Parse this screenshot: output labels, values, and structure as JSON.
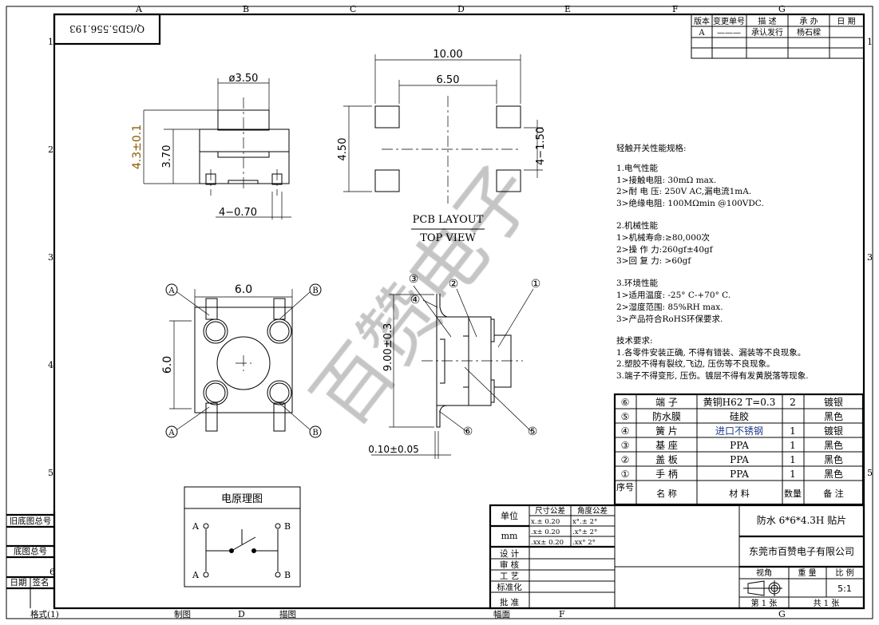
{
  "drawing_number": "Q/GD5.556.193",
  "grid": {
    "columns": [
      "A",
      "B",
      "C",
      "D",
      "E",
      "F",
      "G"
    ],
    "rows": [
      "1",
      "2",
      "3",
      "4",
      "5",
      "6"
    ]
  },
  "revision_table": {
    "headers": [
      "版本",
      "变更单号",
      "描 述",
      "承 办",
      "日 期"
    ],
    "rows": [
      [
        "A",
        "———",
        "承认发行",
        "杨石樑",
        ""
      ]
    ]
  },
  "top_view": {
    "dia": "ø3.50",
    "height": "4.3±0.1",
    "body_height": "3.70",
    "terminal": "4−0.70"
  },
  "pcb_layout": {
    "overall": "10.00",
    "inner": "6.50",
    "height": "4.50",
    "pad": "4−1.50",
    "title": "PCB  LAYOUT",
    "subtitle": "TOP  VIEW"
  },
  "front_view": {
    "width": "6.0",
    "height": "6.0",
    "labels": [
      "A",
      "B",
      "A",
      "B"
    ]
  },
  "side_view": {
    "height": "9.00±0.3",
    "thickness": "0.10±0.05",
    "callouts": [
      "①",
      "②",
      "③",
      "④",
      "⑤",
      "⑥"
    ]
  },
  "watermark": "百赞电子",
  "specs": {
    "title": "轻触开关性能规格:",
    "sections": [
      {
        "heading": "1.电气性能",
        "items": [
          "1>接触电阻: 30mΩ  max.",
          "2>耐 电 压: 250V AC,漏电流1mA.",
          "3>绝缘电阻: 100MΩmin @100VDC."
        ]
      },
      {
        "heading": "2.机械性能",
        "items": [
          "1>机械寿命:≥80,000次",
          "2>操 作 力:260gf±40gf",
          "3>回 复 力: >60gf"
        ]
      },
      {
        "heading": "3.环境性能",
        "items": [
          "1>适用温度: -25° C-+70° C.",
          "2>湿度范围: 85%RH max.",
          "3>产品符合RoHS环保要求."
        ]
      }
    ],
    "tech_title": "技术要求:",
    "tech_items": [
      "1.各零件安装正确, 不得有错装、漏装等不良现象。",
      "2.塑胶不得有裂纹,飞边, 压伤等不良现象。",
      "3.端子不得变形, 压伤。镀层不得有发黄脱落等现象."
    ]
  },
  "parts_table": {
    "rows": [
      [
        "⑥",
        "端  子",
        "黄铜H62 T=0.3",
        "2",
        "镀银"
      ],
      [
        "⑤",
        "防水膜",
        "硅胶",
        "",
        "黑色"
      ],
      [
        "④",
        "簧  片",
        "进口不锈钢",
        "1",
        "镀银"
      ],
      [
        "③",
        "基  座",
        "PPA",
        "1",
        "黑色"
      ],
      [
        "②",
        "盖  板",
        "PPA",
        "1",
        "黑色"
      ],
      [
        "①",
        "手  柄",
        "PPA",
        "1",
        "黑色"
      ]
    ],
    "headers": [
      "序号",
      "名  称",
      "材  料",
      "数量",
      "备  注"
    ]
  },
  "circuit": {
    "title": "电原理图",
    "a": "A",
    "b": "B"
  },
  "title_block": {
    "unit_label": "单位",
    "unit": "mm",
    "tol_dim": "尺寸公差",
    "tol_ang": "角度公差",
    "tol_rows": [
      [
        "x.±  0.20",
        "x°.±   2°"
      ],
      [
        ".x±  0.20",
        ".x°±   2°"
      ],
      [
        ".xx± 0.20",
        ".xx°   2°"
      ]
    ],
    "roles": [
      "设  计",
      "审  核",
      "工  艺",
      "标准化",
      "批  准"
    ],
    "product": "防水 6*6*4.3H 贴片",
    "company": "东莞市百赞电子有限公司",
    "view_label": "视角",
    "weight_label": "重  量",
    "scale_label": "比  例",
    "scale": "5:1",
    "sheet": "第 1  张",
    "total": "共  1  张"
  },
  "side_block": {
    "old_no": "旧底图总号",
    "base_no": "底图总号",
    "date": "日期",
    "sign": "签名"
  },
  "bottom_strip": {
    "format": "格式(1)",
    "draw": "制图",
    "trace": "描图",
    "size": "幅面"
  }
}
